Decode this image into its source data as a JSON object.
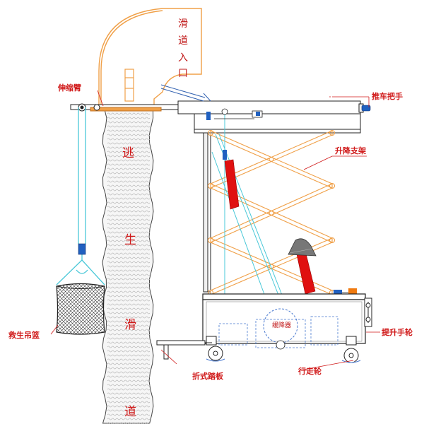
{
  "labels": {
    "telescopic_arm": "伸缩臂",
    "cart_handle": "推车把手",
    "scissor_lift": "升降支架",
    "rescue_basket": "救生吊篮",
    "hand_crank": "提升手轮",
    "folding_pedal": "折式踏板",
    "walking_wheel": "行走轮",
    "reducer": "缓降器"
  },
  "chute_entry": [
    "滑",
    "道",
    "入",
    "口"
  ],
  "chute_text": [
    "逃",
    "生",
    "滑",
    "道"
  ],
  "colors": {
    "outline": "#222222",
    "label": "#d01818",
    "leader": "#d01818",
    "orange": "#f0a048",
    "cyan": "#4ac8d8",
    "blue": "#2060c0",
    "red": "#e01010",
    "chute_fill": "#f6f6f6"
  }
}
